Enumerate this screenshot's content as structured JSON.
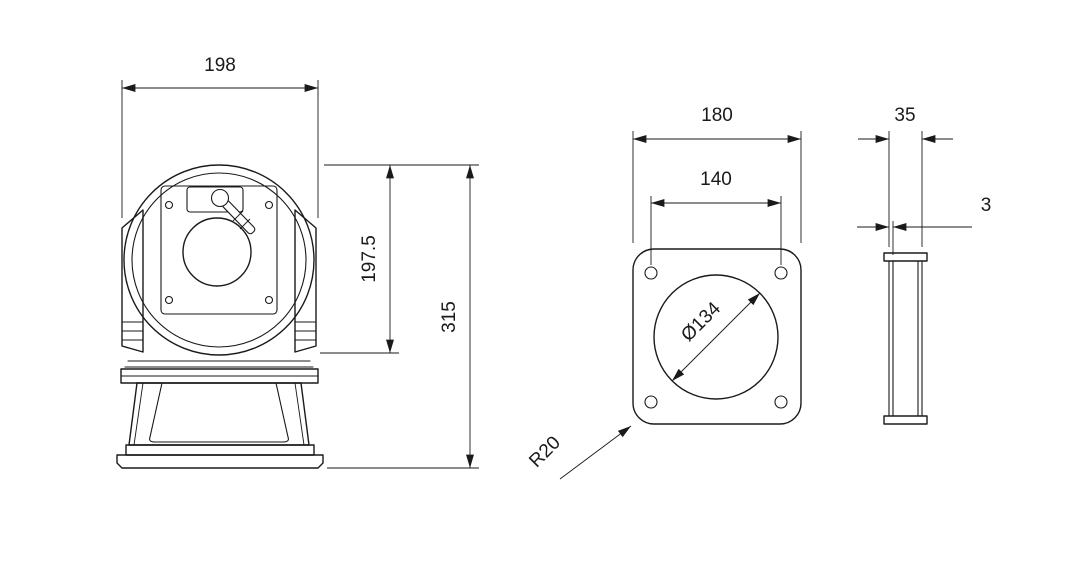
{
  "drawing": {
    "front_view": {
      "width": "198",
      "body_height": "197.5",
      "total_height": "315"
    },
    "plate_view": {
      "outer_width": "180",
      "hole_spacing": "140",
      "bore_diameter": "Ø134",
      "corner_radius": "R20"
    },
    "side_view": {
      "depth": "35",
      "thickness": "3"
    }
  }
}
